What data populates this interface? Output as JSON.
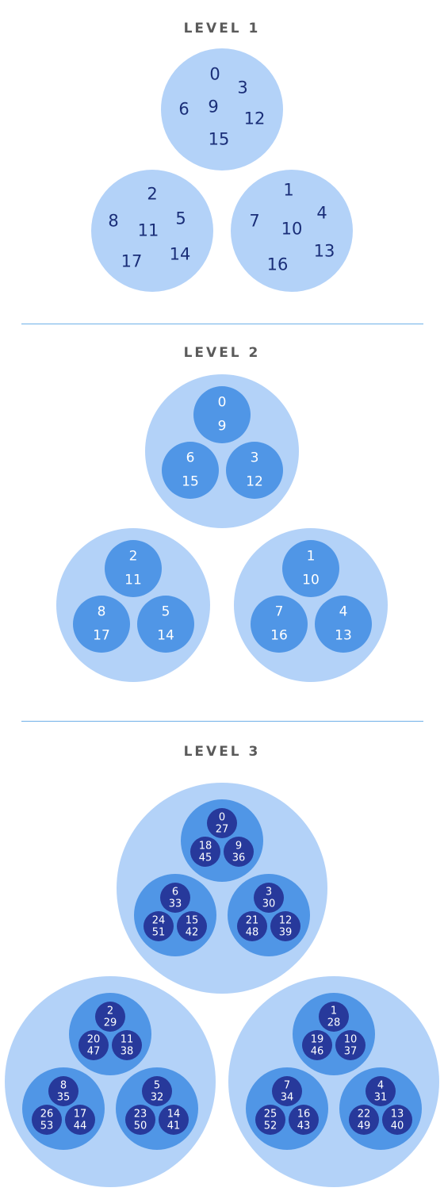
{
  "level1": {
    "title": "LEVEL 1",
    "groups": [
      [
        "0",
        "3",
        "6",
        "9",
        "12",
        "15"
      ],
      [
        "2",
        "5",
        "8",
        "11",
        "14",
        "17"
      ],
      [
        "1",
        "4",
        "7",
        "10",
        "13",
        "16"
      ]
    ]
  },
  "level2": {
    "title": "LEVEL 2",
    "groups": [
      [
        [
          "0",
          "9"
        ],
        [
          "6",
          "15"
        ],
        [
          "3",
          "12"
        ]
      ],
      [
        [
          "2",
          "11"
        ],
        [
          "8",
          "17"
        ],
        [
          "5",
          "14"
        ]
      ],
      [
        [
          "1",
          "10"
        ],
        [
          "7",
          "16"
        ],
        [
          "4",
          "13"
        ]
      ]
    ]
  },
  "level3": {
    "title": "LEVEL 3",
    "groups": [
      [
        [
          [
            "0",
            "27"
          ],
          [
            "18",
            "45"
          ],
          [
            "9",
            "36"
          ]
        ],
        [
          [
            "6",
            "33"
          ],
          [
            "24",
            "51"
          ],
          [
            "15",
            "42"
          ]
        ],
        [
          [
            "3",
            "30"
          ],
          [
            "21",
            "48"
          ],
          [
            "12",
            "39"
          ]
        ]
      ],
      [
        [
          [
            "2",
            "29"
          ],
          [
            "20",
            "47"
          ],
          [
            "11",
            "38"
          ]
        ],
        [
          [
            "8",
            "35"
          ],
          [
            "26",
            "53"
          ],
          [
            "17",
            "44"
          ]
        ],
        [
          [
            "5",
            "32"
          ],
          [
            "23",
            "50"
          ],
          [
            "14",
            "41"
          ]
        ]
      ],
      [
        [
          [
            "1",
            "28"
          ],
          [
            "19",
            "46"
          ],
          [
            "10",
            "37"
          ]
        ],
        [
          [
            "7",
            "34"
          ],
          [
            "25",
            "52"
          ],
          [
            "16",
            "43"
          ]
        ],
        [
          [
            "4",
            "31"
          ],
          [
            "22",
            "49"
          ],
          [
            "13",
            "40"
          ]
        ]
      ]
    ]
  }
}
